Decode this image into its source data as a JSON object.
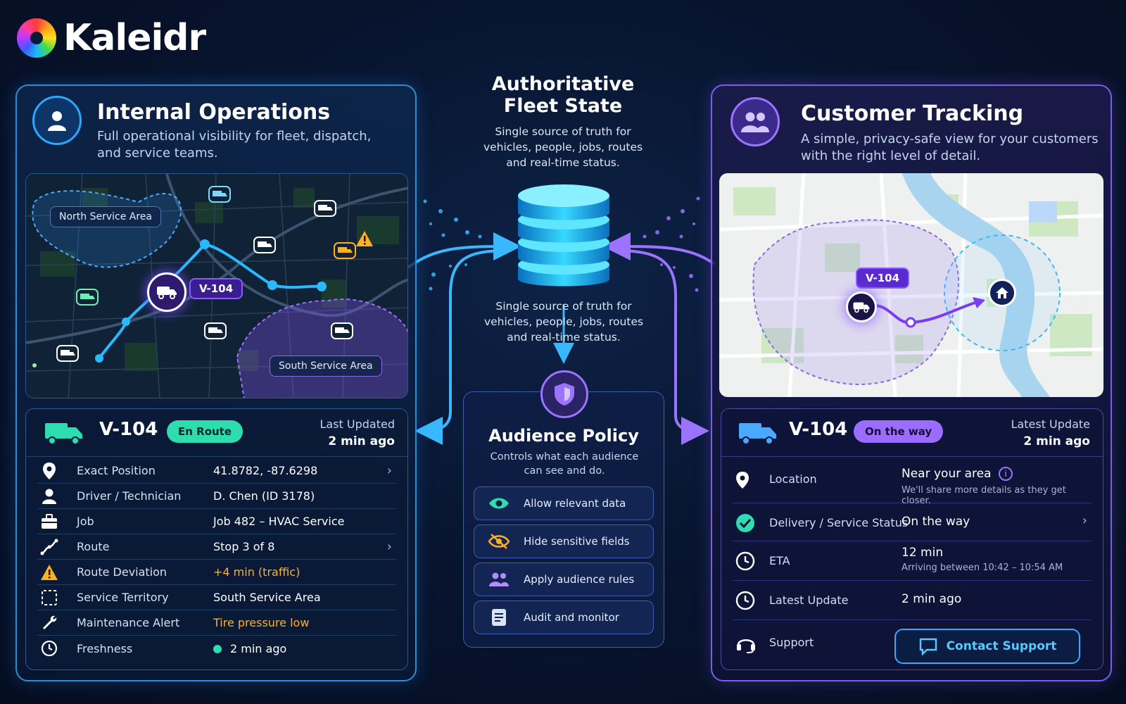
{
  "brand": {
    "name": "Kaleidr"
  },
  "internal": {
    "title": "Internal Operations",
    "subtitle_line1": "Full operational visibility for fleet, dispatch,",
    "subtitle_line2": "and service teams.",
    "map": {
      "north_label": "North Service Area",
      "south_label": "South Service Area",
      "vehicle_tag": "V-104"
    },
    "card": {
      "vehicle": "V-104",
      "status": "En Route",
      "updated_label": "Last Updated",
      "updated_value": "2 min ago",
      "rows": [
        {
          "label": "Exact Position",
          "value": "41.8782, -87.6298",
          "icon": "location-pin-icon"
        },
        {
          "label": "Driver / Technician",
          "value": "D. Chen (ID 3178)",
          "icon": "person-icon"
        },
        {
          "label": "Job",
          "value": "Job 482 – HVAC Service",
          "icon": "briefcase-icon"
        },
        {
          "label": "Route",
          "value": "Stop 3 of 8",
          "icon": "route-icon"
        },
        {
          "label": "Route Deviation",
          "value": "+4 min (traffic)",
          "icon": "warning-icon"
        },
        {
          "label": "Service Territory",
          "value": "South Service Area",
          "icon": "territory-icon"
        },
        {
          "label": "Maintenance Alert",
          "value": "Tire pressure low",
          "icon": "wrench-icon"
        },
        {
          "label": "Freshness",
          "value": "2 min ago",
          "icon": "clock-icon"
        }
      ]
    }
  },
  "center": {
    "title_line1": "Authoritative",
    "title_line2": "Fleet State",
    "sub_line1": "Single source of truth for",
    "sub_line2": "vehicles, people, jobs, routes",
    "sub_line3": "and real-time status.",
    "policy": {
      "title": "Audience Policy",
      "sub_line1": "Controls what each audience",
      "sub_line2": "can see and do.",
      "items": [
        {
          "label": "Allow relevant data",
          "icon": "eye-icon"
        },
        {
          "label": "Hide sensitive fields",
          "icon": "eye-off-icon"
        },
        {
          "label": "Apply audience rules",
          "icon": "users-icon"
        },
        {
          "label": "Audit and monitor",
          "icon": "document-icon"
        }
      ]
    }
  },
  "customer": {
    "title": "Customer Tracking",
    "subtitle_line1": "A simple, privacy-safe view for your customers",
    "subtitle_line2": "with the right level of detail.",
    "map": {
      "vehicle_tag": "V-104"
    },
    "card": {
      "vehicle": "V-104",
      "status": "On the way",
      "updated_label": "Latest Update",
      "updated_value": "2 min ago",
      "location_label": "Location",
      "location_value": "Near your area",
      "location_sub": "We'll share more details as they get closer.",
      "status_label": "Delivery / Service Status",
      "status_value": "On the way",
      "eta_label": "ETA",
      "eta_value": "12 min",
      "eta_sub": "Arriving between 10:42 – 10:54 AM",
      "latest_label": "Latest Update",
      "latest_value": "2 min ago",
      "support_label": "Support",
      "support_button": "Contact Support"
    }
  },
  "colors": {
    "accent_blue": "#2aa8ff",
    "accent_purple": "#9b73ff",
    "status_green": "#2fdcb0",
    "warning": "#ffb020"
  }
}
